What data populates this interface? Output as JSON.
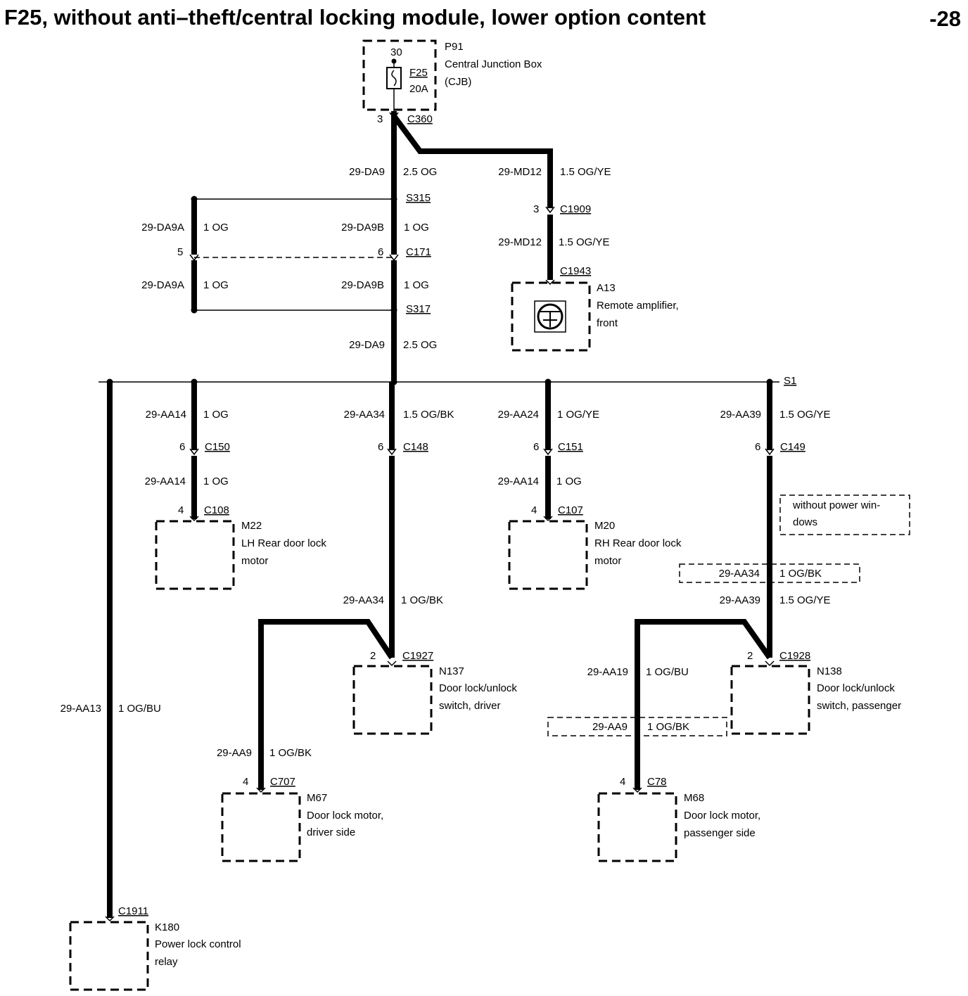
{
  "header": {
    "title": "F25, without anti–theft/central locking module, lower option content",
    "page": "-28"
  },
  "components": {
    "p91": {
      "id": "P91",
      "line1": "Central Junction Box",
      "line2": "(CJB)",
      "pin": "30",
      "fuse": "F25",
      "rating": "20A"
    },
    "a13": {
      "id": "A13",
      "line1": "Remote amplifier,",
      "line2": "front"
    },
    "m22": {
      "id": "M22",
      "line1": "LH Rear door lock",
      "line2": "motor"
    },
    "m20": {
      "id": "M20",
      "line1": "RH Rear door lock",
      "line2": "motor"
    },
    "n137": {
      "id": "N137",
      "line1": "Door lock/unlock",
      "line2": "switch, driver"
    },
    "n138": {
      "id": "N138",
      "line1": "Door lock/unlock",
      "line2": "switch, passenger"
    },
    "m67": {
      "id": "M67",
      "line1": "Door lock motor,",
      "line2": "driver side"
    },
    "m68": {
      "id": "M68",
      "line1": "Door lock motor,",
      "line2": "passenger side"
    },
    "k180": {
      "id": "K180",
      "line1": "Power lock control",
      "line2": "relay"
    }
  },
  "connectors": {
    "c360": {
      "name": "C360",
      "pin": "3"
    },
    "c1909": {
      "name": "C1909",
      "pin": "3"
    },
    "c1943": {
      "name": "C1943"
    },
    "c171": {
      "name": "C171",
      "pin_left": "5",
      "pin_right": "6"
    },
    "c150": {
      "name": "C150",
      "pin": "6"
    },
    "c148": {
      "name": "C148",
      "pin": "6"
    },
    "c151": {
      "name": "C151",
      "pin": "6"
    },
    "c149": {
      "name": "C149",
      "pin": "6"
    },
    "c108": {
      "name": "C108",
      "pin": "4"
    },
    "c107": {
      "name": "C107",
      "pin": "4"
    },
    "c1927": {
      "name": "C1927",
      "pin": "2"
    },
    "c1928": {
      "name": "C1928",
      "pin": "2"
    },
    "c707": {
      "name": "C707",
      "pin": "4"
    },
    "c78": {
      "name": "C78",
      "pin": "4"
    },
    "c1911": {
      "name": "C1911"
    }
  },
  "splices": {
    "s315": "S315",
    "s317": "S317",
    "s1": "S1"
  },
  "wires": {
    "da9_top": {
      "code": "29-DA9",
      "spec": "2.5 OG"
    },
    "md12_top": {
      "code": "29-MD12",
      "spec": "1.5 OG/YE"
    },
    "md12_bot": {
      "code": "29-MD12",
      "spec": "1.5 OG/YE"
    },
    "da9a_top": {
      "code": "29-DA9A",
      "spec": "1 OG"
    },
    "da9b_top": {
      "code": "29-DA9B",
      "spec": "1 OG"
    },
    "da9a_bot": {
      "code": "29-DA9A",
      "spec": "1 OG"
    },
    "da9b_bot": {
      "code": "29-DA9B",
      "spec": "1 OG"
    },
    "da9_mid": {
      "code": "29-DA9",
      "spec": "2.5 OG"
    },
    "aa14_a": {
      "code": "29-AA14",
      "spec": "1 OG"
    },
    "aa34_a": {
      "code": "29-AA34",
      "spec": "1.5 OG/BK"
    },
    "aa24": {
      "code": "29-AA24",
      "spec": "1 OG/YE"
    },
    "aa39_a": {
      "code": "29-AA39",
      "spec": "1.5 OG/YE"
    },
    "aa14_b": {
      "code": "29-AA14",
      "spec": "1 OG"
    },
    "aa14_c": {
      "code": "29-AA14",
      "spec": "1 OG"
    },
    "aa34_b": {
      "code": "29-AA34",
      "spec": "1 OG/BK"
    },
    "aa34_opt": {
      "code": "29-AA34",
      "spec": "1 OG/BK"
    },
    "aa39_b": {
      "code": "29-AA39",
      "spec": "1.5 OG/YE"
    },
    "aa19": {
      "code": "29-AA19",
      "spec": "1 OG/BU"
    },
    "aa9_opt": {
      "code": "29-AA9",
      "spec": "1 OG/BK"
    },
    "aa13": {
      "code": "29-AA13",
      "spec": "1 OG/BU"
    },
    "aa9": {
      "code": "29-AA9",
      "spec": "1 OG/BK"
    }
  },
  "options": {
    "no_power_windows": {
      "line1": "without power win-",
      "line2": "dows"
    }
  }
}
